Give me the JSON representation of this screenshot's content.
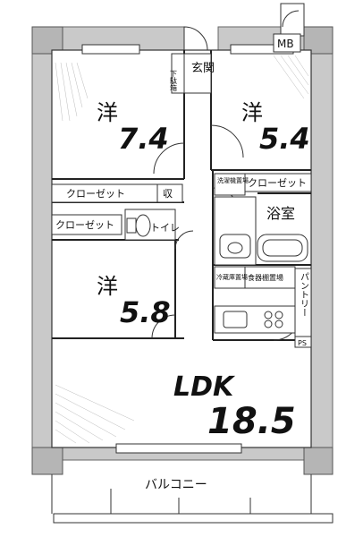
{
  "rooms": {
    "western1": {
      "kanji": "洋",
      "size": "7.4"
    },
    "western2": {
      "kanji": "洋",
      "size": "5.4"
    },
    "western3": {
      "kanji": "洋",
      "size": "5.8"
    },
    "ldk": {
      "name": "LDK",
      "size": "18.5"
    }
  },
  "labels": {
    "mb": "MB",
    "entrance": "玄関",
    "shoe_storage": "下駄箱",
    "closet1": "クローゼット",
    "closet2": "クローゼット",
    "closet3": "クローゼット",
    "storage": "収",
    "toilet": "トイレ",
    "bathroom": "浴室",
    "washer": "洗濯機置場",
    "fridge": "冷蔵庫置場",
    "dish_shelf": "食器棚置場",
    "pantry": "パントリー",
    "ps": "PS",
    "balcony": "バルコニー"
  }
}
